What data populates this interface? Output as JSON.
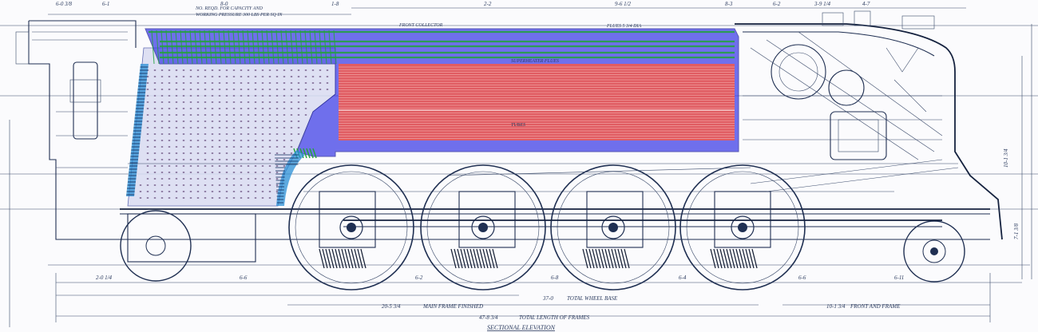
{
  "drawing": {
    "title": "SECTIONAL ELEVATION",
    "top_note_line1": "NO. REQD. FOR CAPACITY AND",
    "top_note_line2": "WORKING PRESSURE 300 LBS PER SQ IN",
    "tube_label": "TUBES",
    "superheater_label": "FLUES 5 3/4 DIA",
    "flue_label": "SUPERHEATER FLUES",
    "fb_label": "FRONT COLLECTOR"
  },
  "dimensions": {
    "top": [
      "6-0 3/8",
      "6-1",
      "8-0",
      "1-8",
      "2-2",
      "9-6 1/2",
      "8-3",
      "6-2",
      "3-9 1/4",
      "4-7"
    ],
    "axle_row": [
      "2-0 1/4",
      "6-6",
      "6-2",
      "6-8",
      "6-4",
      "6-6",
      "6-11"
    ],
    "bottom_row1_label1": "MAIN FRAME FINISHED",
    "bottom_row1_label2": "TOTAL WHEEL BASE",
    "bottom_row1_value1": "20-5 3/4",
    "bottom_row1_value2": "37-0",
    "bottom_row2_label": "TOTAL LENGTH OF FRAMES",
    "bottom_row2_value": "47-8 3/4",
    "front_frame_label": "FRONT AND FRAME",
    "front_frame_value": "10-1 3/4",
    "side_value": "10-1 3/4",
    "side_value2": "7-1 3/8"
  },
  "colors": {
    "firebox_fill": "#d9dcf2",
    "barrel_fill": "#3a3ae6",
    "tubes_fill": "#f05a4e",
    "superheater_fill": "#22a33c",
    "water_leg_fill": "#2a8fd6",
    "ink": "#1b2a4a"
  },
  "wheels": {
    "driver_count": 4,
    "trailing_count": 1,
    "leading_count": 1
  }
}
